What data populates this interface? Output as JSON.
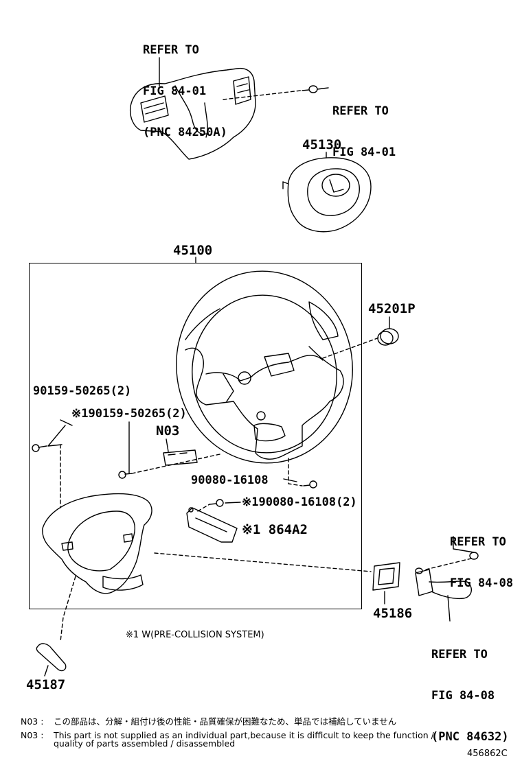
{
  "callouts": {
    "refer_top_left": [
      "REFER TO",
      "FIG 84-01",
      "(PNC 84250A)"
    ],
    "refer_top_right": [
      "REFER TO",
      "FIG 84-01"
    ],
    "part_45130": "45130",
    "part_45100": "45100",
    "part_45201P": "45201P",
    "part_90159_a": "90159-50265(2)",
    "part_90159_b": "※190159-50265(2)",
    "part_N03": "N03",
    "part_90080_a": "90080-16108",
    "part_90080_b": "※190080-16108(2)",
    "part_864A2": "※1 864A2",
    "refer_right_mid": [
      "REFER TO",
      "FIG 84-08"
    ],
    "part_45186": "45186",
    "refer_bottom_right": [
      "REFER TO",
      "FIG 84-08",
      "(PNC 84632)"
    ],
    "part_45187": "45187"
  },
  "footnote_precollision": "※1 W(PRE-COLLISION SYSTEM)",
  "notes": {
    "n03_jp_key": "N03 :",
    "n03_jp_text": "この部品は、分解・組付け後の性能・品質確保が困難なため、単品では補給していません",
    "n03_en_key": "N03 :",
    "n03_en_line1": "This part is not supplied as an individual part,because it is difficult to keep the function /",
    "n03_en_line2": "quality of parts assembled / disassembled"
  },
  "figure_id": "456862C"
}
